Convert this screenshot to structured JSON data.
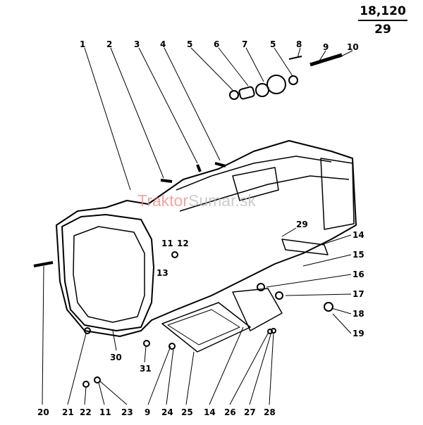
{
  "header": {
    "code_top": "18,120",
    "code_bottom": "29"
  },
  "watermark": {
    "part1": "Traktor",
    "part2": "Sumar",
    "part3": ".sk"
  },
  "callouts": {
    "top": [
      "1",
      "2",
      "3",
      "4",
      "5",
      "6",
      "7",
      "5",
      "8",
      "9",
      "10"
    ],
    "right": [
      "29",
      "14",
      "15",
      "16",
      "17",
      "18",
      "19"
    ],
    "left": [
      "11",
      "12",
      "13"
    ],
    "inner": [
      "30",
      "31"
    ],
    "bottom": [
      "20",
      "21",
      "22",
      "11",
      "23",
      "9",
      "24",
      "25",
      "14",
      "26",
      "27",
      "28"
    ]
  }
}
